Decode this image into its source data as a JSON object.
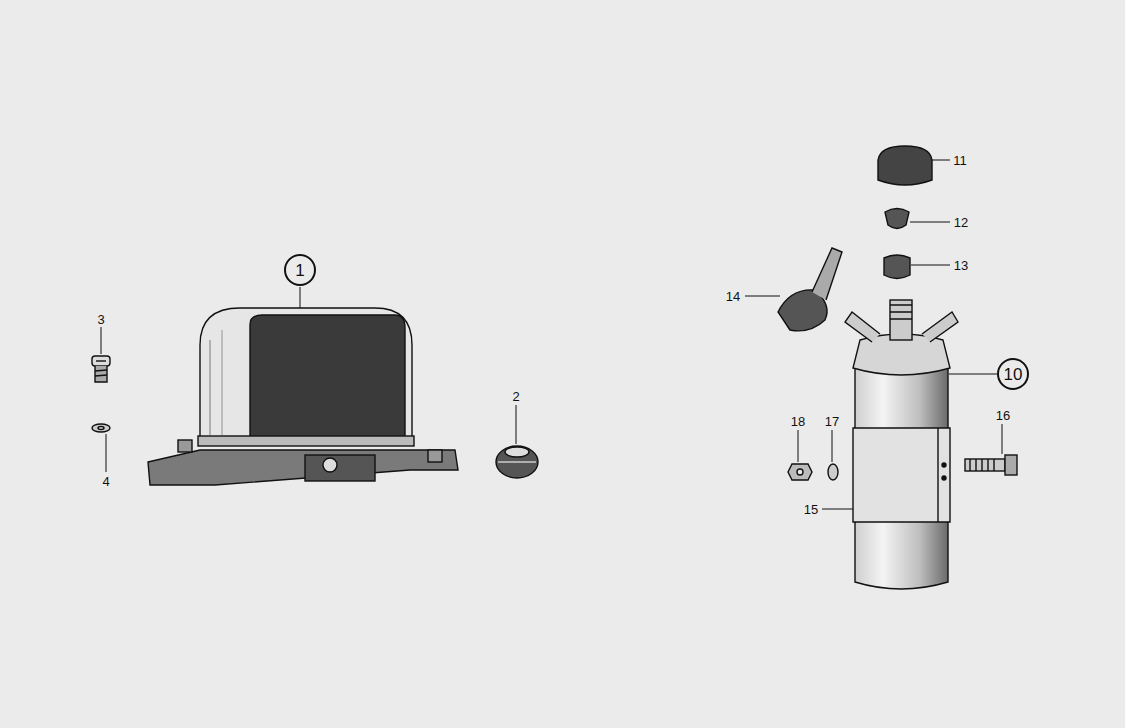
{
  "diagram": {
    "nodes": [
      {
        "text": [
          "1"
        ]
      },
      {
        "text": [
          "10"
        ]
      }
    ],
    "labels": [
      "3",
      "4",
      "2",
      "11",
      "12",
      "13",
      "14",
      "18",
      "17",
      "16",
      "15"
    ]
  }
}
